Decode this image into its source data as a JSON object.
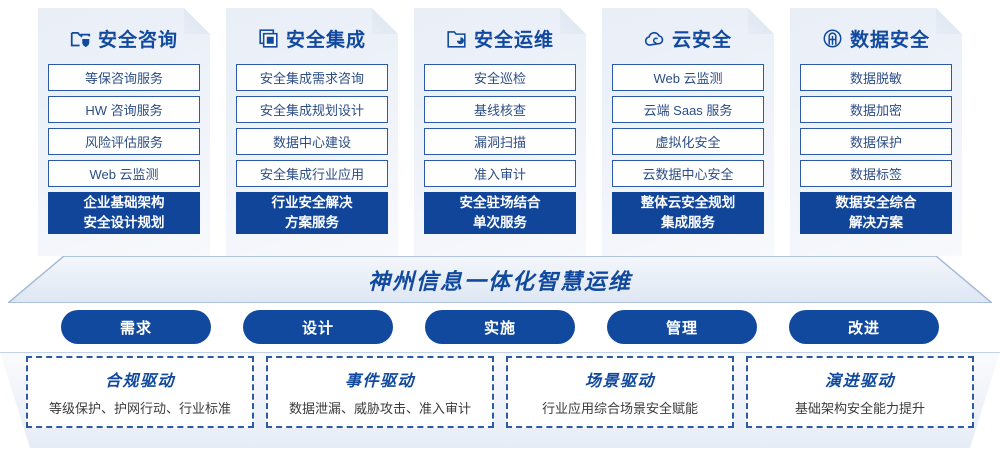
{
  "pillars": [
    {
      "icon": "folder-shield-icon",
      "title": "安全咨询",
      "items": [
        "等保咨询服务",
        "HW 咨询服务",
        "风险评估服务",
        "Web 云监测"
      ],
      "highlight": [
        "企业基础架构",
        "安全设计规划"
      ]
    },
    {
      "icon": "stacked-servers-icon",
      "title": "安全集成",
      "items": [
        "安全集成需求咨询",
        "安全集成规划设计",
        "数据中心建设",
        "安全集成行业应用"
      ],
      "highlight": [
        "行业安全解决",
        "方案服务"
      ]
    },
    {
      "icon": "folder-chart-icon",
      "title": "安全运维",
      "items": [
        "安全巡检",
        "基线核查",
        "漏洞扫描",
        "准入审计"
      ],
      "highlight": [
        "安全驻场结合",
        "单次服务"
      ]
    },
    {
      "icon": "cloud-icon",
      "title": "云安全",
      "items": [
        "Web 云监测",
        "云端 Saas 服务",
        "虚拟化安全",
        "云数据中心安全"
      ],
      "highlight": [
        "整体云安全规划",
        "集成服务"
      ]
    },
    {
      "icon": "fingerprint-icon",
      "title": "数据安全",
      "items": [
        "数据脱敏",
        "数据加密",
        "数据保护",
        "数据标签"
      ],
      "highlight": [
        "数据安全综合",
        "解决方案"
      ]
    }
  ],
  "banner": {
    "text": "神州信息一体化智慧运维"
  },
  "pills": [
    {
      "label": "需求"
    },
    {
      "label": "设计"
    },
    {
      "label": "实施"
    },
    {
      "label": "管理"
    },
    {
      "label": "改进"
    }
  ],
  "drivers": [
    {
      "title": "合规驱动",
      "subtitle": "等级保护、护网行动、行业标准"
    },
    {
      "title": "事件驱动",
      "subtitle": "数据泄漏、威胁攻击、准入审计"
    },
    {
      "title": "场景驱动",
      "subtitle": "行业应用综合场景安全赋能"
    },
    {
      "title": "演进驱动",
      "subtitle": "基础架构安全能力提升"
    }
  ],
  "colors": {
    "brand_blue": "#11499e",
    "deep_blue": "#10459a",
    "panel_bg": "#eef2f9",
    "item_border": "#2a5aa8",
    "item_text": "#2b4d87"
  }
}
